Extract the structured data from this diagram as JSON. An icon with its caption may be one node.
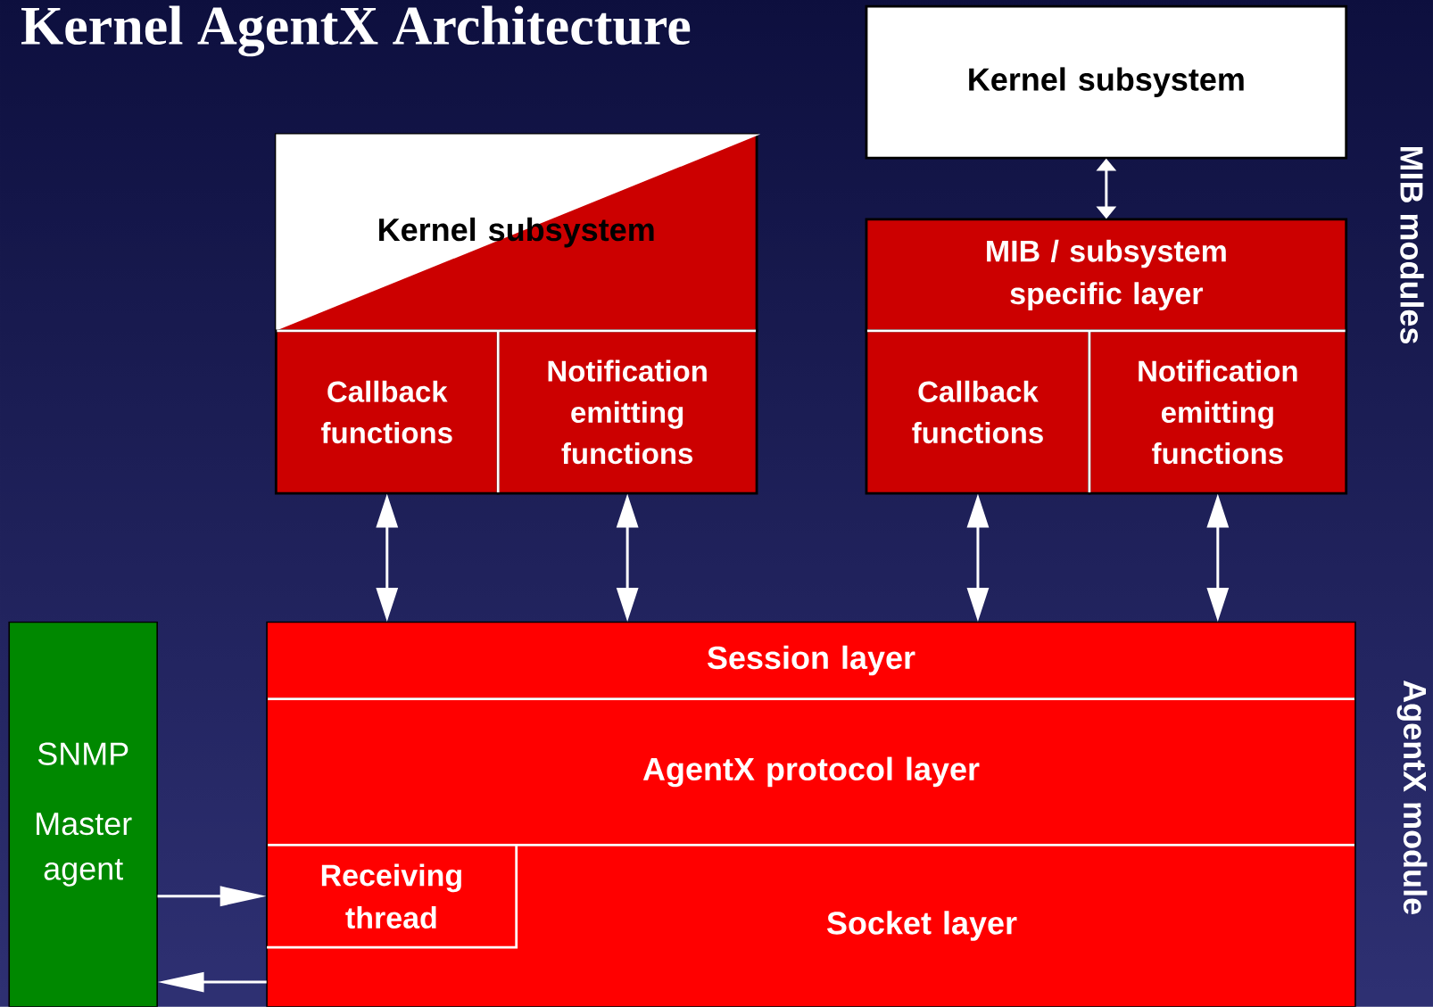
{
  "diagram": {
    "title": "Kernel AgentX Architecture",
    "nodes": [
      {
        "text": [
          "Kernel subsystem"
        ]
      },
      {
        "text": [
          "Callback functions"
        ]
      },
      {
        "text": [
          "Notification emitting functions"
        ]
      },
      {
        "text": [
          "Kernel subsystem"
        ]
      },
      {
        "text": [
          "MIB / subsystem specific layer"
        ]
      },
      {
        "text": [
          "Callback functions"
        ]
      },
      {
        "text": [
          "Notification emitting functions"
        ]
      },
      {
        "text": [
          "Session layer"
        ]
      },
      {
        "text": [
          "AgentX protocol layer"
        ]
      },
      {
        "text": [
          "Socket layer"
        ]
      },
      {
        "text": [
          "Receiving thread"
        ],
        "in": 9
      },
      {
        "text": [
          "SNMP",
          "Master agent"
        ]
      }
    ],
    "edges": [
      {
        "from": 3,
        "to": 4,
        "arrow": "both"
      },
      {
        "from": 1,
        "to": 7,
        "arrow": "both"
      },
      {
        "from": 2,
        "to": 7,
        "arrow": "both"
      },
      {
        "from": 5,
        "to": 7,
        "arrow": "both"
      },
      {
        "from": 6,
        "to": 7,
        "arrow": "both"
      },
      {
        "from": 11,
        "to": 10,
        "arrow": "to"
      },
      {
        "from": 9,
        "to": 11,
        "arrow": "to"
      }
    ],
    "labels": [
      "MIB modules",
      "AgentX module"
    ]
  }
}
